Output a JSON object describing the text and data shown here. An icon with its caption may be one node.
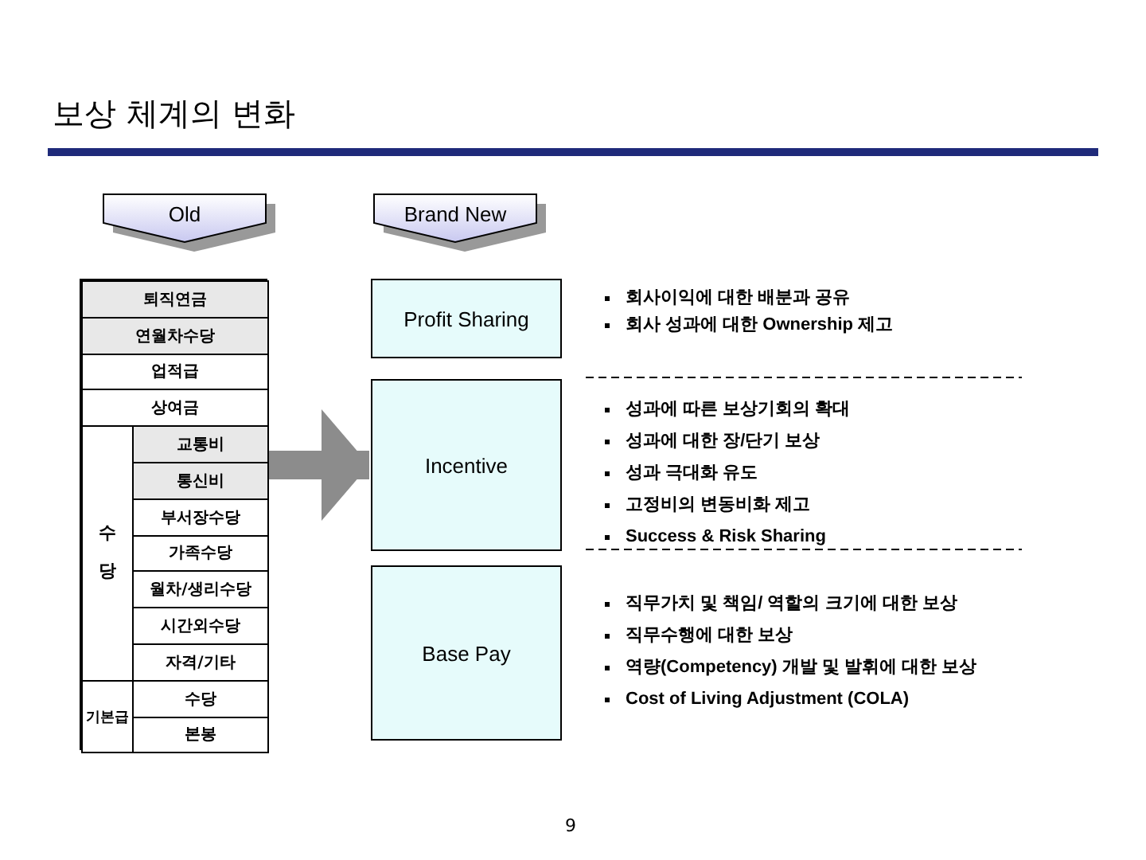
{
  "diagram": {
    "title": "보상 체계의 변화",
    "nodes": [
      {
        "text": [
          "Old"
        ]
      },
      {
        "text": [
          "Brand New"
        ]
      },
      {
        "text": [],
        "shape": "box"
      },
      {
        "text": [
          "퇴직연금"
        ],
        "in": 2
      },
      {
        "text": [
          "연월차수당"
        ],
        "in": 2
      },
      {
        "text": [
          "업적급"
        ],
        "in": 2
      },
      {
        "text": [
          "상여금"
        ],
        "in": 2
      },
      {
        "text": [
          "수당"
        ],
        "in": 2
      },
      {
        "text": [
          "교통비"
        ],
        "in": 2
      },
      {
        "text": [
          "통신비"
        ],
        "in": 2
      },
      {
        "text": [
          "부서장수당"
        ],
        "in": 2
      },
      {
        "text": [
          "가족수당"
        ],
        "in": 2
      },
      {
        "text": [
          "월차/생리수당"
        ],
        "in": 2
      },
      {
        "text": [
          "시간외수당"
        ],
        "in": 2
      },
      {
        "text": [
          "자격/기타"
        ],
        "in": 2
      },
      {
        "text": [
          "기본급"
        ],
        "in": 2
      },
      {
        "text": [
          "수당"
        ],
        "in": 2
      },
      {
        "text": [
          "본봉"
        ],
        "in": 2
      },
      {
        "text": [
          "Profit Sharing"
        ],
        "beside": [
          "회사이익에 대한 배분과 공유",
          "회사 성과에 대한 Ownership 제고"
        ]
      },
      {
        "text": [
          "Incentive"
        ],
        "beside": [
          "성과에 따른 보상기회의 확대",
          "성과에 대한 장/단기 보상",
          "성과 극대화 유도",
          "고정비의 변동비화 제고",
          "Success & Risk Sharing"
        ]
      },
      {
        "text": [
          "Base Pay"
        ],
        "beside": [
          "직무가치 및 책임/ 역할의 크기에 대한 보상",
          "직무수행에 대한 보상",
          "역량(Competency) 개발 및 발휘에 대한 보상",
          "Cost of Living Adjustment (COLA)"
        ]
      }
    ],
    "edges": [
      {
        "from": 2,
        "to": 19,
        "arrow": "to",
        "color": "#8c8c8c"
      }
    ],
    "labels": [
      "9"
    ]
  }
}
